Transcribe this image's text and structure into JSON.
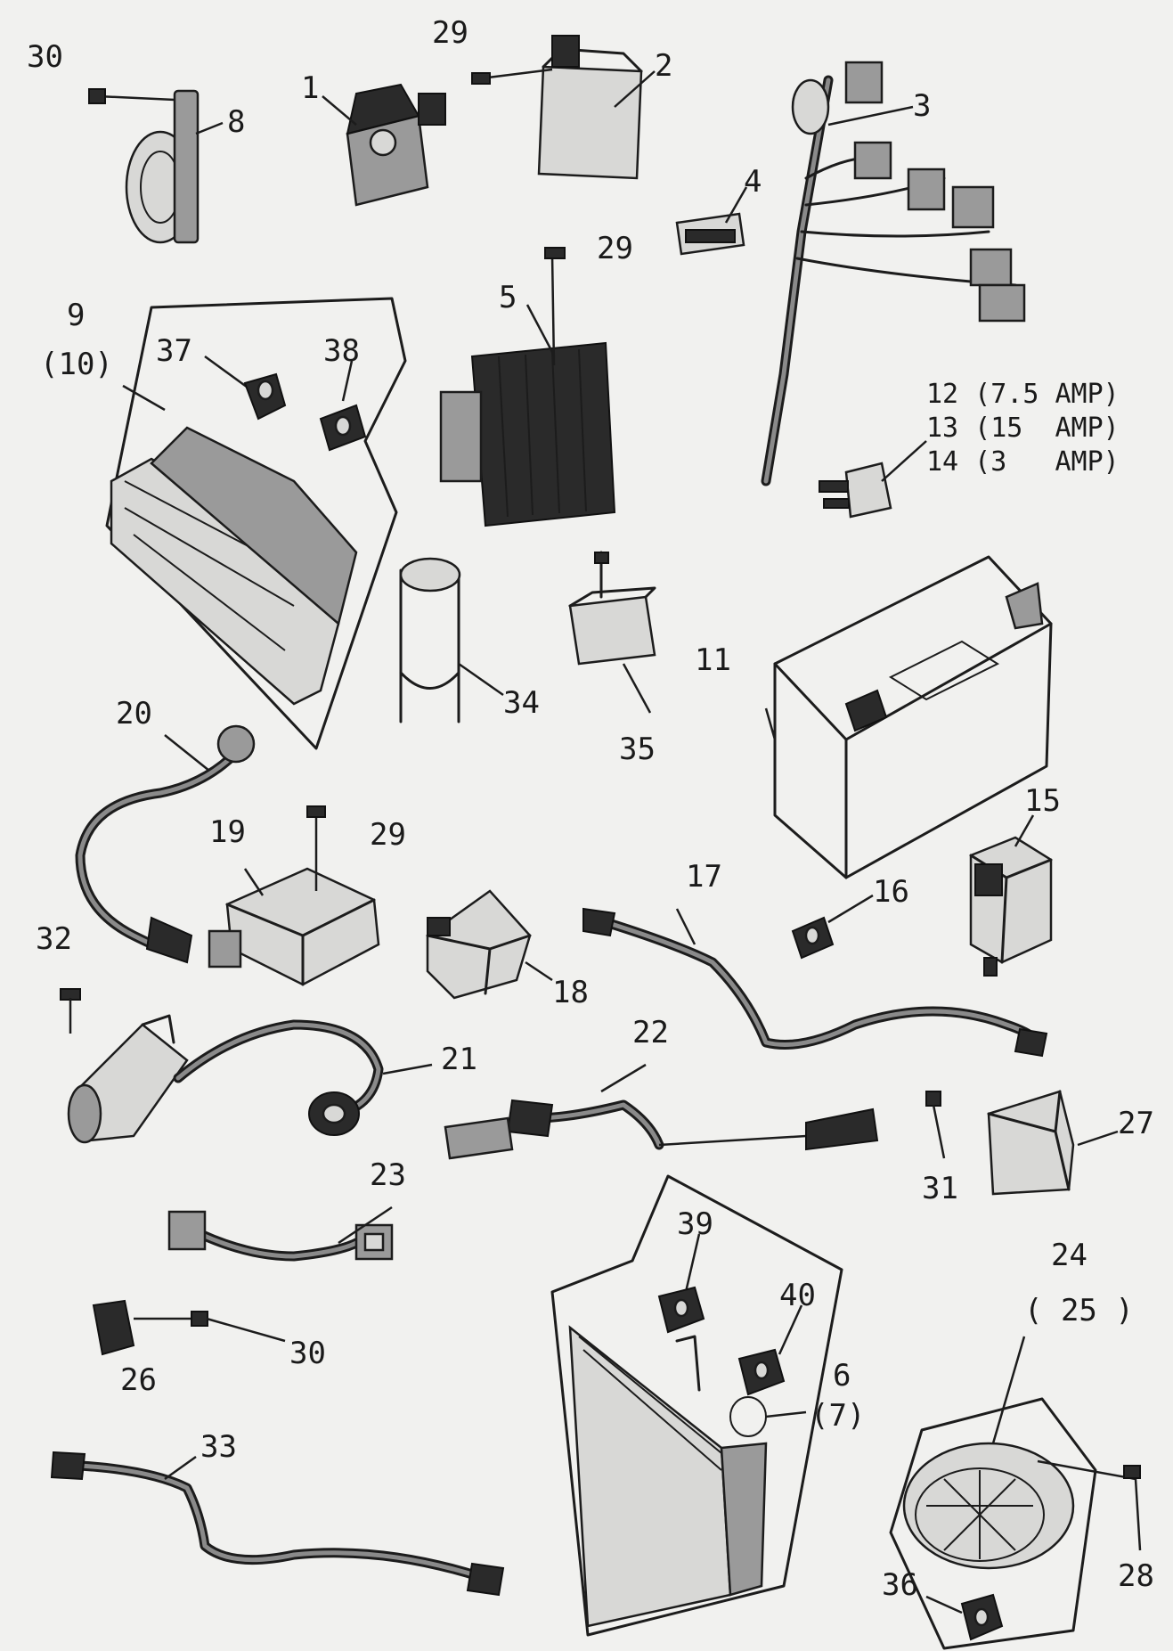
{
  "callouts": {
    "c1": "1",
    "c2": "2",
    "c3": "3",
    "c4": "4",
    "c5": "5",
    "c6": "6",
    "c7": "(7)",
    "c8": "8",
    "c9": "9",
    "c10": "(10)",
    "c11": "11",
    "c12": "12 (7.5 AMP)",
    "c13": "13 (15  AMP)",
    "c14": "14 (3   AMP)",
    "c15": "15",
    "c16": "16",
    "c17": "17",
    "c18": "18",
    "c19": "19",
    "c20": "20",
    "c21": "21",
    "c22": "22",
    "c23": "23",
    "c24": "24",
    "c25": "( 25 )",
    "c26": "26",
    "c27": "27",
    "c28": "28",
    "c29a": "29",
    "c29b": "29",
    "c29c": "29",
    "c30a": "30",
    "c30b": "30",
    "c31": "31",
    "c32": "32",
    "c33": "33",
    "c34": "34",
    "c35": "35",
    "c36": "36",
    "c37": "37",
    "c38": "38",
    "c39": "39",
    "c40": "40"
  },
  "colors": {
    "ink": "#1c1c1c",
    "paper": "#f1f1ef"
  }
}
